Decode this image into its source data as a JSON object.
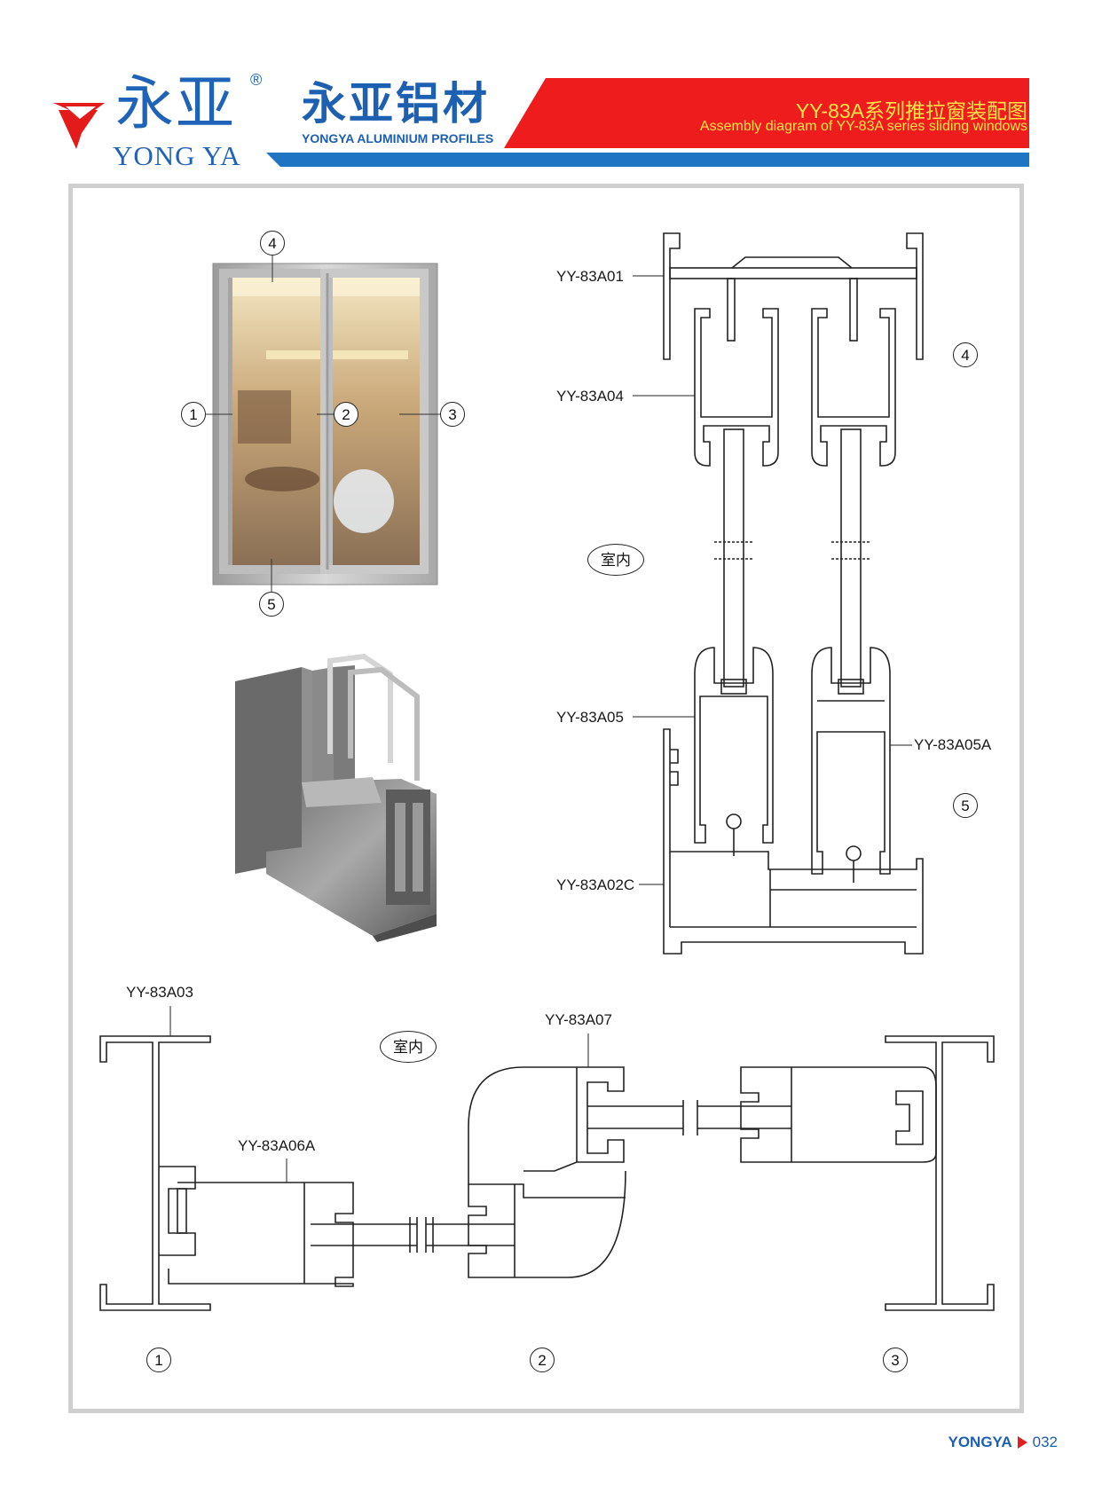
{
  "header": {
    "logo_cn": "永亚",
    "logo_en": "YONG YA",
    "logo_reg": "®",
    "brand_cn": "永亚铝材",
    "brand_en": "YONGYA ALUMINIUM PROFILES",
    "title_cn": "YY-83A系列推拉窗装配图",
    "title_en": "Assembly diagram of YY-83A series sliding windows"
  },
  "colors": {
    "brand_blue": "#1f63b8",
    "header_red": "#ee1c1c",
    "accent_yellow": "#ffe54a",
    "frame_grey": "#cfcfcf"
  },
  "window_photo": {
    "callouts": [
      "4",
      "1",
      "2",
      "3",
      "5"
    ]
  },
  "vertical_section": {
    "labels": [
      "YY-83A01",
      "YY-83A04",
      "YY-83A05",
      "YY-83A05A",
      "YY-83A02C"
    ],
    "callouts": [
      "4",
      "5"
    ],
    "room_label": "室内"
  },
  "horizontal_section": {
    "labels": [
      "YY-83A03",
      "YY-83A06A",
      "YY-83A07"
    ],
    "room_label": "室内",
    "callouts": [
      "1",
      "2",
      "3"
    ]
  },
  "footer": {
    "brand": "YONGYA",
    "page": "032"
  }
}
